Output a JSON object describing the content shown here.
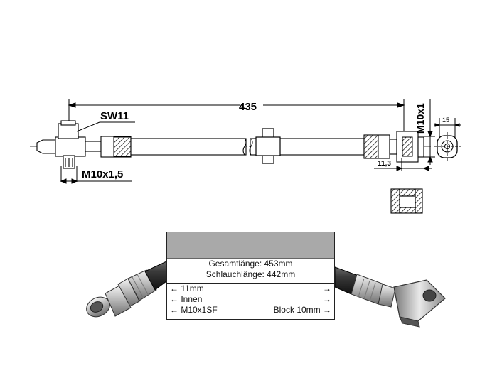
{
  "drawing": {
    "overall_length": "435",
    "wrench_size": "SW11",
    "left_thread": "M10x1,5",
    "right_thread": "M10x1",
    "right_offset": "11,3",
    "end_width": "15"
  },
  "spec_table": {
    "header": "",
    "total_length": "Gesamtlänge:  453mm",
    "hose_length": "Schlauchlänge:  442mm",
    "left_column": [
      "← 11mm",
      "← Innen",
      "← M10x1SF"
    ],
    "right_column": [
      "→",
      "→",
      "Block 10mm →"
    ]
  }
}
